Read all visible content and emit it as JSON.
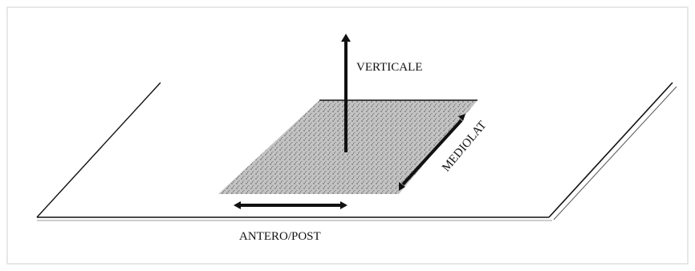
{
  "labels": {
    "vertical": "VERTICALE",
    "antero_post": "ANTERO/POST",
    "medio_lat": "MEDIOLAT"
  },
  "colors": {
    "line": "#111111",
    "plate_fill": "#ffffff",
    "pad_fill": "#bdbdbd",
    "pad_dot": "#6e6e6e",
    "frame": "#d0d0d0"
  }
}
